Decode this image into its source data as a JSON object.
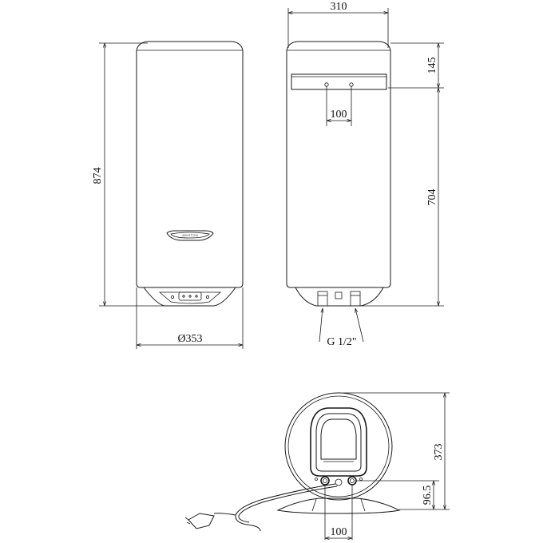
{
  "front_view": {
    "height_label": "874",
    "diameter_label": "Ø353",
    "logo_label": "ARISTON"
  },
  "side_view": {
    "width_label": "310",
    "top_offset_label": "145",
    "bracket_width_label": "100",
    "mount_height_label": "704",
    "pipe_thread_label": "G 1/2\""
  },
  "bottom_view": {
    "height_label": "373",
    "pipe_height_label": "96.5",
    "pipe_spacing_label": "100"
  },
  "colors": {
    "line": "#1a1a1a",
    "background": "#ffffff"
  }
}
